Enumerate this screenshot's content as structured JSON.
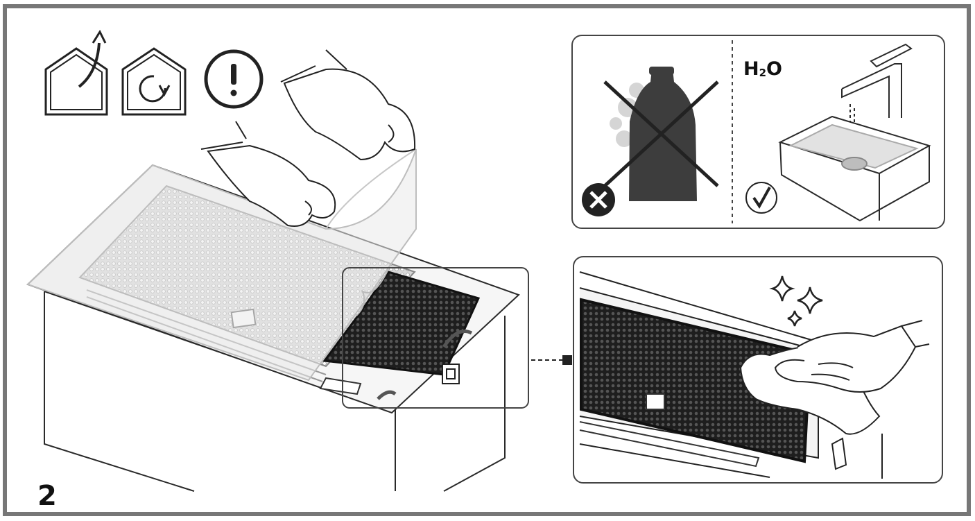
{
  "step": {
    "number": "2"
  },
  "panel_top": {
    "water_label_main": "H",
    "water_label_sub": "2",
    "water_label_end": "O"
  },
  "icons": {
    "house_exhaust": "house-arrow-out-icon",
    "house_recirculation": "house-recirculation-icon",
    "warning": "exclamation-warning-icon",
    "not_allowed": "cross-circle-icon",
    "allowed": "checkmark-circle-icon"
  },
  "colors": {
    "frame": "#777777",
    "line": "#2a2a2a",
    "dark_fill": "#3d3d3d",
    "filter_dark": "#222222"
  }
}
